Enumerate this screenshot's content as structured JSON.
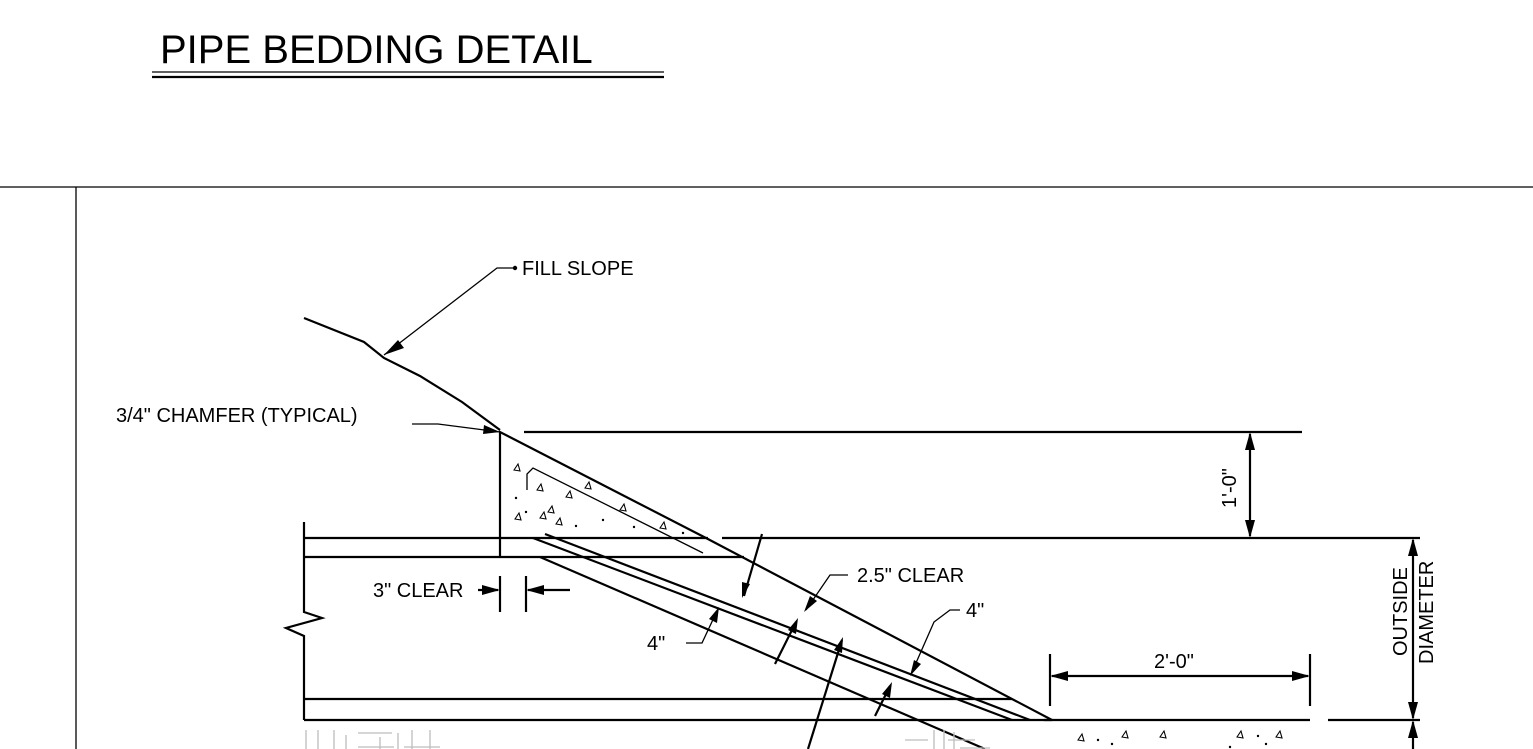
{
  "title": "PIPE BEDDING DETAIL",
  "labels": {
    "fill_slope": "FILL SLOPE",
    "chamfer": "3/4\" CHAMFER (TYPICAL)",
    "clear_3in": "3\" CLEAR",
    "clear_2_5in": "2.5\" CLEAR",
    "thickness_upper": "4\"",
    "thickness_lower": "4\"",
    "dim_1ft": "1'-0\"",
    "dim_2ft": "2'-0\"",
    "outside": "OUTSIDE",
    "diameter": "DIAMETER"
  }
}
